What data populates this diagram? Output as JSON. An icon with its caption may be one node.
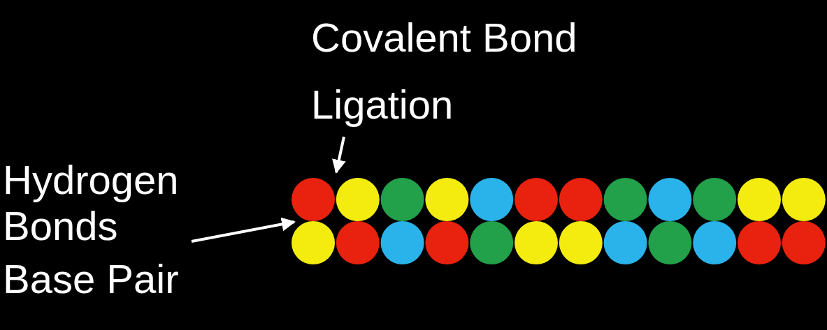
{
  "diagram": {
    "nodes": [
      {
        "text": [
          "Covalent Bond",
          "Ligation"
        ]
      },
      {
        "text": [
          "Hydrogen Bonds",
          "Base Pair"
        ]
      }
    ],
    "edges": [
      {
        "from": 0,
        "to": null,
        "arrow": "to"
      },
      {
        "from": 1,
        "to": null,
        "arrow": "to"
      }
    ]
  }
}
